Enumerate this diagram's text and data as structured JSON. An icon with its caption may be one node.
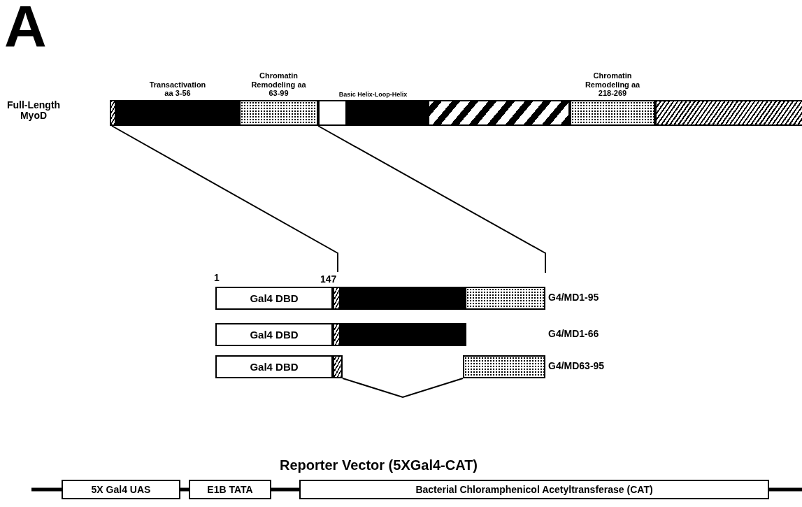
{
  "diagram": {
    "nodes": [
      {
        "text": [],
        "shape": "bar"
      },
      {
        "text": [
          "Transactivation aa 3-56"
        ]
      },
      {
        "text": [
          "Chromatin Remodeling aa 63-99"
        ]
      },
      {
        "text": [
          "Basic Helix-Loop-Helix"
        ]
      },
      {
        "text": [],
        "shape": "bar"
      },
      {
        "text": [
          "Chromatin Remodeling aa 218-269"
        ]
      },
      {
        "text": [],
        "shape": "bar"
      },
      {
        "text": [
          "Gal4 DBD"
        ],
        "beside": [
          "1"
        ]
      },
      {
        "text": [],
        "shape": "bar"
      },
      {
        "text": [],
        "shape": "bar"
      },
      {
        "text": [],
        "shape": "bar",
        "beside": [
          "G4/MD1-95"
        ]
      },
      {
        "text": [
          "Gal4 DBD"
        ]
      },
      {
        "text": [],
        "shape": "bar"
      },
      {
        "text": [],
        "shape": "bar"
      },
      {
        "text": [
          "Gal4 DBD"
        ]
      },
      {
        "text": [],
        "shape": "bar"
      },
      {
        "text": [],
        "shape": "bar",
        "beside": [
          "G4/MD63-95"
        ]
      },
      {
        "text": [
          "5X Gal4 UAS"
        ]
      },
      {
        "text": [
          "E1B TATA"
        ]
      },
      {
        "text": [
          "Bacterial Chloramphenicol Acetyltransferase (CAT)"
        ]
      },
      {
        "text": [
          "147"
        ]
      }
    ],
    "edges": [
      {
        "from": 0,
        "to": 20,
        "arrow": "none"
      },
      {
        "from": 2,
        "to": null,
        "arrow": "none"
      },
      {
        "from": 15,
        "to": 16,
        "arrow": "none"
      },
      {
        "from": null,
        "to": 17,
        "arrow": "none"
      },
      {
        "from": 17,
        "to": 18,
        "arrow": "none"
      },
      {
        "from": 18,
        "to": 19,
        "arrow": "none"
      },
      {
        "from": 19,
        "to": null,
        "arrow": "none"
      }
    ],
    "labels": [
      "A",
      "Full-Length MyoD",
      "G4/MD1-66",
      "Reporter Vector (5XGal4-CAT)"
    ]
  }
}
